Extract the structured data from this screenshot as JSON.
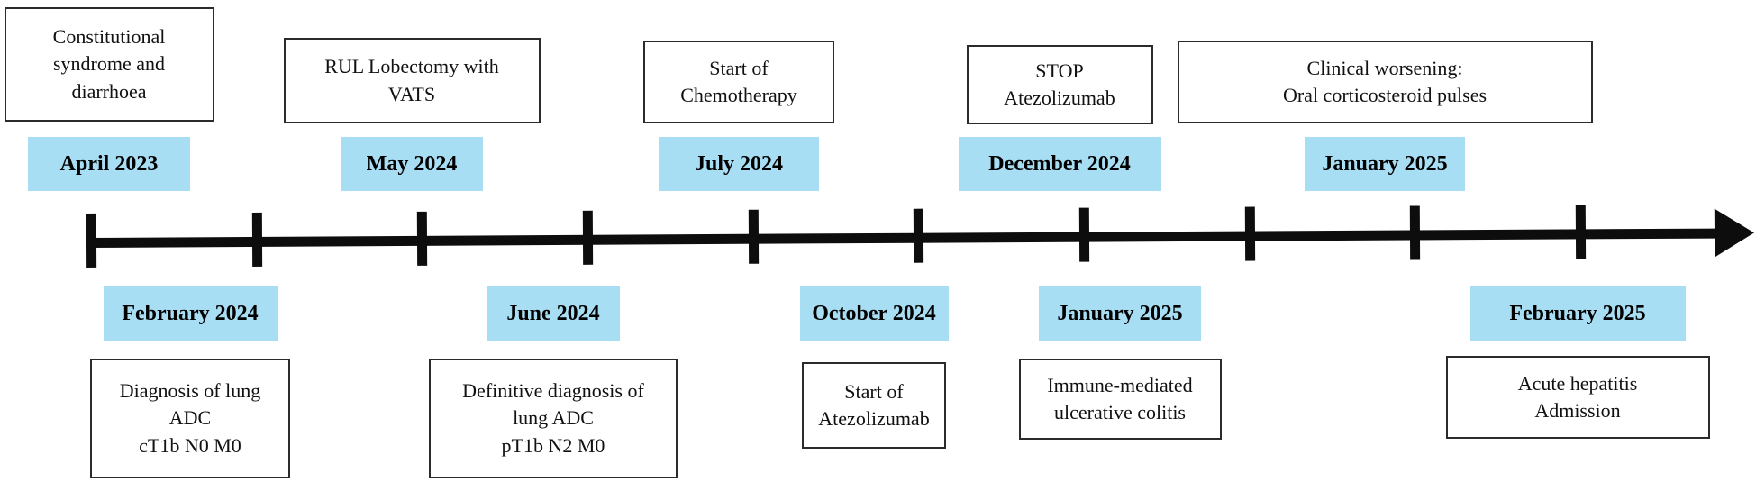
{
  "figure": {
    "type": "clinical-timeline",
    "direction": "left-to-right",
    "tick_count": 10
  },
  "colors": {
    "date_highlight": "#a8def3",
    "box_border": "#2b2b2b",
    "timeline": "#0d0d0d",
    "text": "#111111"
  },
  "events_above": [
    {
      "date": "April 2023",
      "description": [
        "Constitutional",
        "syndrome and",
        "diarrhoea"
      ]
    },
    {
      "date": "May 2024",
      "description": [
        "RUL Lobectomy with",
        "VATS"
      ]
    },
    {
      "date": "July 2024",
      "description": [
        "Start of",
        "Chemotherapy"
      ]
    },
    {
      "date": "December 2024",
      "description": [
        "STOP",
        "Atezolizumab"
      ]
    },
    {
      "date": "January 2025",
      "description": [
        "Clinical worsening:",
        "Oral corticosteroid pulses"
      ]
    }
  ],
  "events_below": [
    {
      "date": "February 2024",
      "description": [
        "Diagnosis of lung",
        "ADC",
        "cT1b N0 M0"
      ]
    },
    {
      "date": "June 2024",
      "description": [
        "Definitive diagnosis of",
        "lung ADC",
        "pT1b N2 M0"
      ]
    },
    {
      "date": "October 2024",
      "description": [
        "Start of",
        "Atezolizumab"
      ]
    },
    {
      "date": "January 2025",
      "description": [
        "Immune-mediated",
        "ulcerative colitis"
      ]
    },
    {
      "date": "February 2025",
      "description": [
        "Acute hepatitis",
        "Admission"
      ]
    }
  ]
}
